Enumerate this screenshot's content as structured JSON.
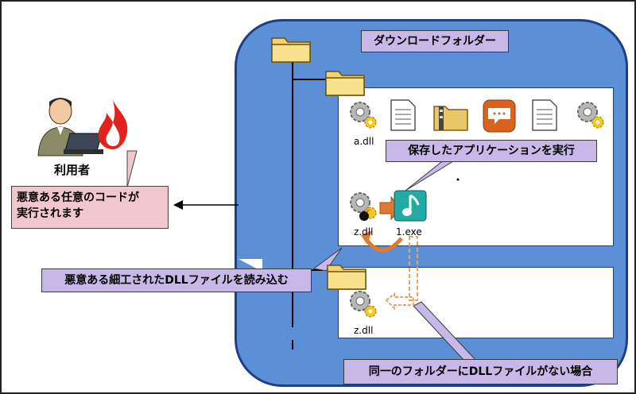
{
  "diagram": {
    "user_label": "利用者",
    "malicious_code_text_line1": "悪意ある任意のコードが",
    "malicious_code_text_line2": "実行されます",
    "download_folder_label": "ダウンロードフォルダー",
    "run_app_label": "保存したアプリケーションを実行",
    "load_dll_label": "悪意ある細工されたDLLファイルを読み込む",
    "no_dll_label": "同一のフォルダーにDLLファイルがない場合",
    "files": {
      "a_dll": "a.dll",
      "z_dll_download": "z.dll",
      "exe": "1.exe",
      "z_dll_other": "z.dll"
    },
    "colors": {
      "panel_blue": "#5b8fd6",
      "panel_border": "#1d3f86",
      "callout_purple": "#c7b8e8",
      "callout_pink": "#f1c7cd",
      "arrow_orange": "#e07a2e",
      "folder_yellow": "#f4d36b",
      "flame_red": "#e0231c"
    },
    "icons": [
      "folder-icon",
      "gear-icon",
      "document-icon",
      "zip-folder-icon",
      "chat-icon",
      "music-app-icon",
      "bomb-icon",
      "user-laptop-icon",
      "flame-icon"
    ]
  }
}
